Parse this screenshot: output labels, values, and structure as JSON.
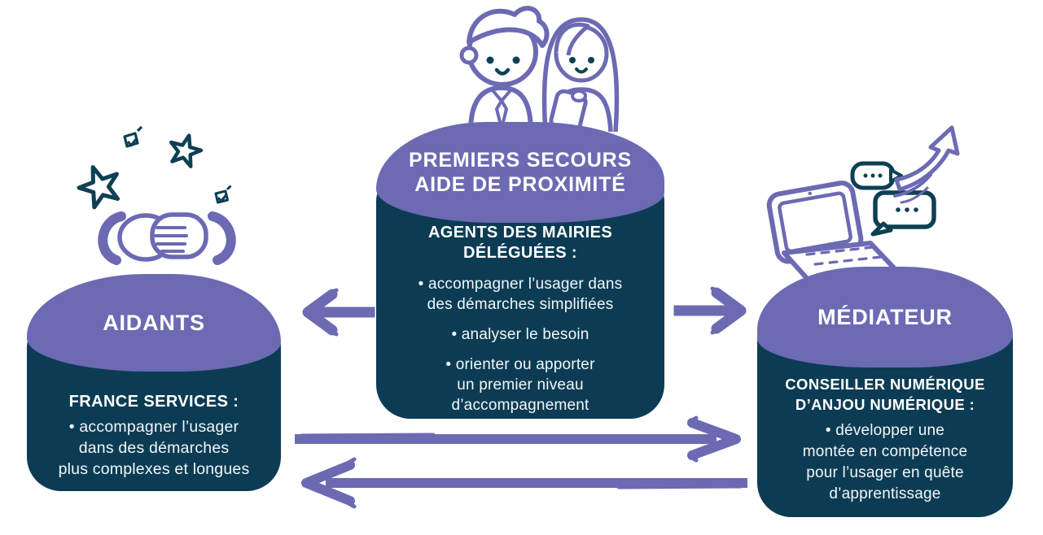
{
  "colors": {
    "purple": "#6C6AB3",
    "dark_teal": "#0C3C54",
    "ink_teal": "#0D4053",
    "text": "#FFFFFF",
    "background": "#FFFFFF"
  },
  "boxes": {
    "left": {
      "title": "AIDANTS",
      "subtitle": "FRANCE SERVICES :",
      "bullet": "• accompagner l’usager\ndans des démarches\nplus complexes et longues"
    },
    "center": {
      "title": "PREMIERS SECOURS\nAIDE DE PROXIMITÉ",
      "subtitle": "AGENTS DES MAIRIES\nDÉLÉGUÉES :",
      "bullets": [
        "• accompagner l’usager dans\ndes démarches simplifiées",
        "• analyser le besoin",
        "• orienter ou apporter\nun premier niveau\nd’accompagnement"
      ]
    },
    "right": {
      "title": "MÉDIATEUR",
      "subtitle": "CONSEILLER NUMÉRIQUE\nD’ANJOU NUMÉRIQUE :",
      "bullet": "• développer une\nmontée en compétence\npour l’usager en quête\nd’apprentissage"
    }
  },
  "illustrations": {
    "top_center": "two-people-illustration",
    "left": "handshake-with-stars-illustration",
    "right": "laptop-chat-growth-illustration"
  },
  "connectors": {
    "center_to_left": "arrow-left",
    "center_to_right": "arrow-right",
    "left_to_right_long": "arrow-right-long",
    "right_to_left_long": "arrow-left-long"
  }
}
